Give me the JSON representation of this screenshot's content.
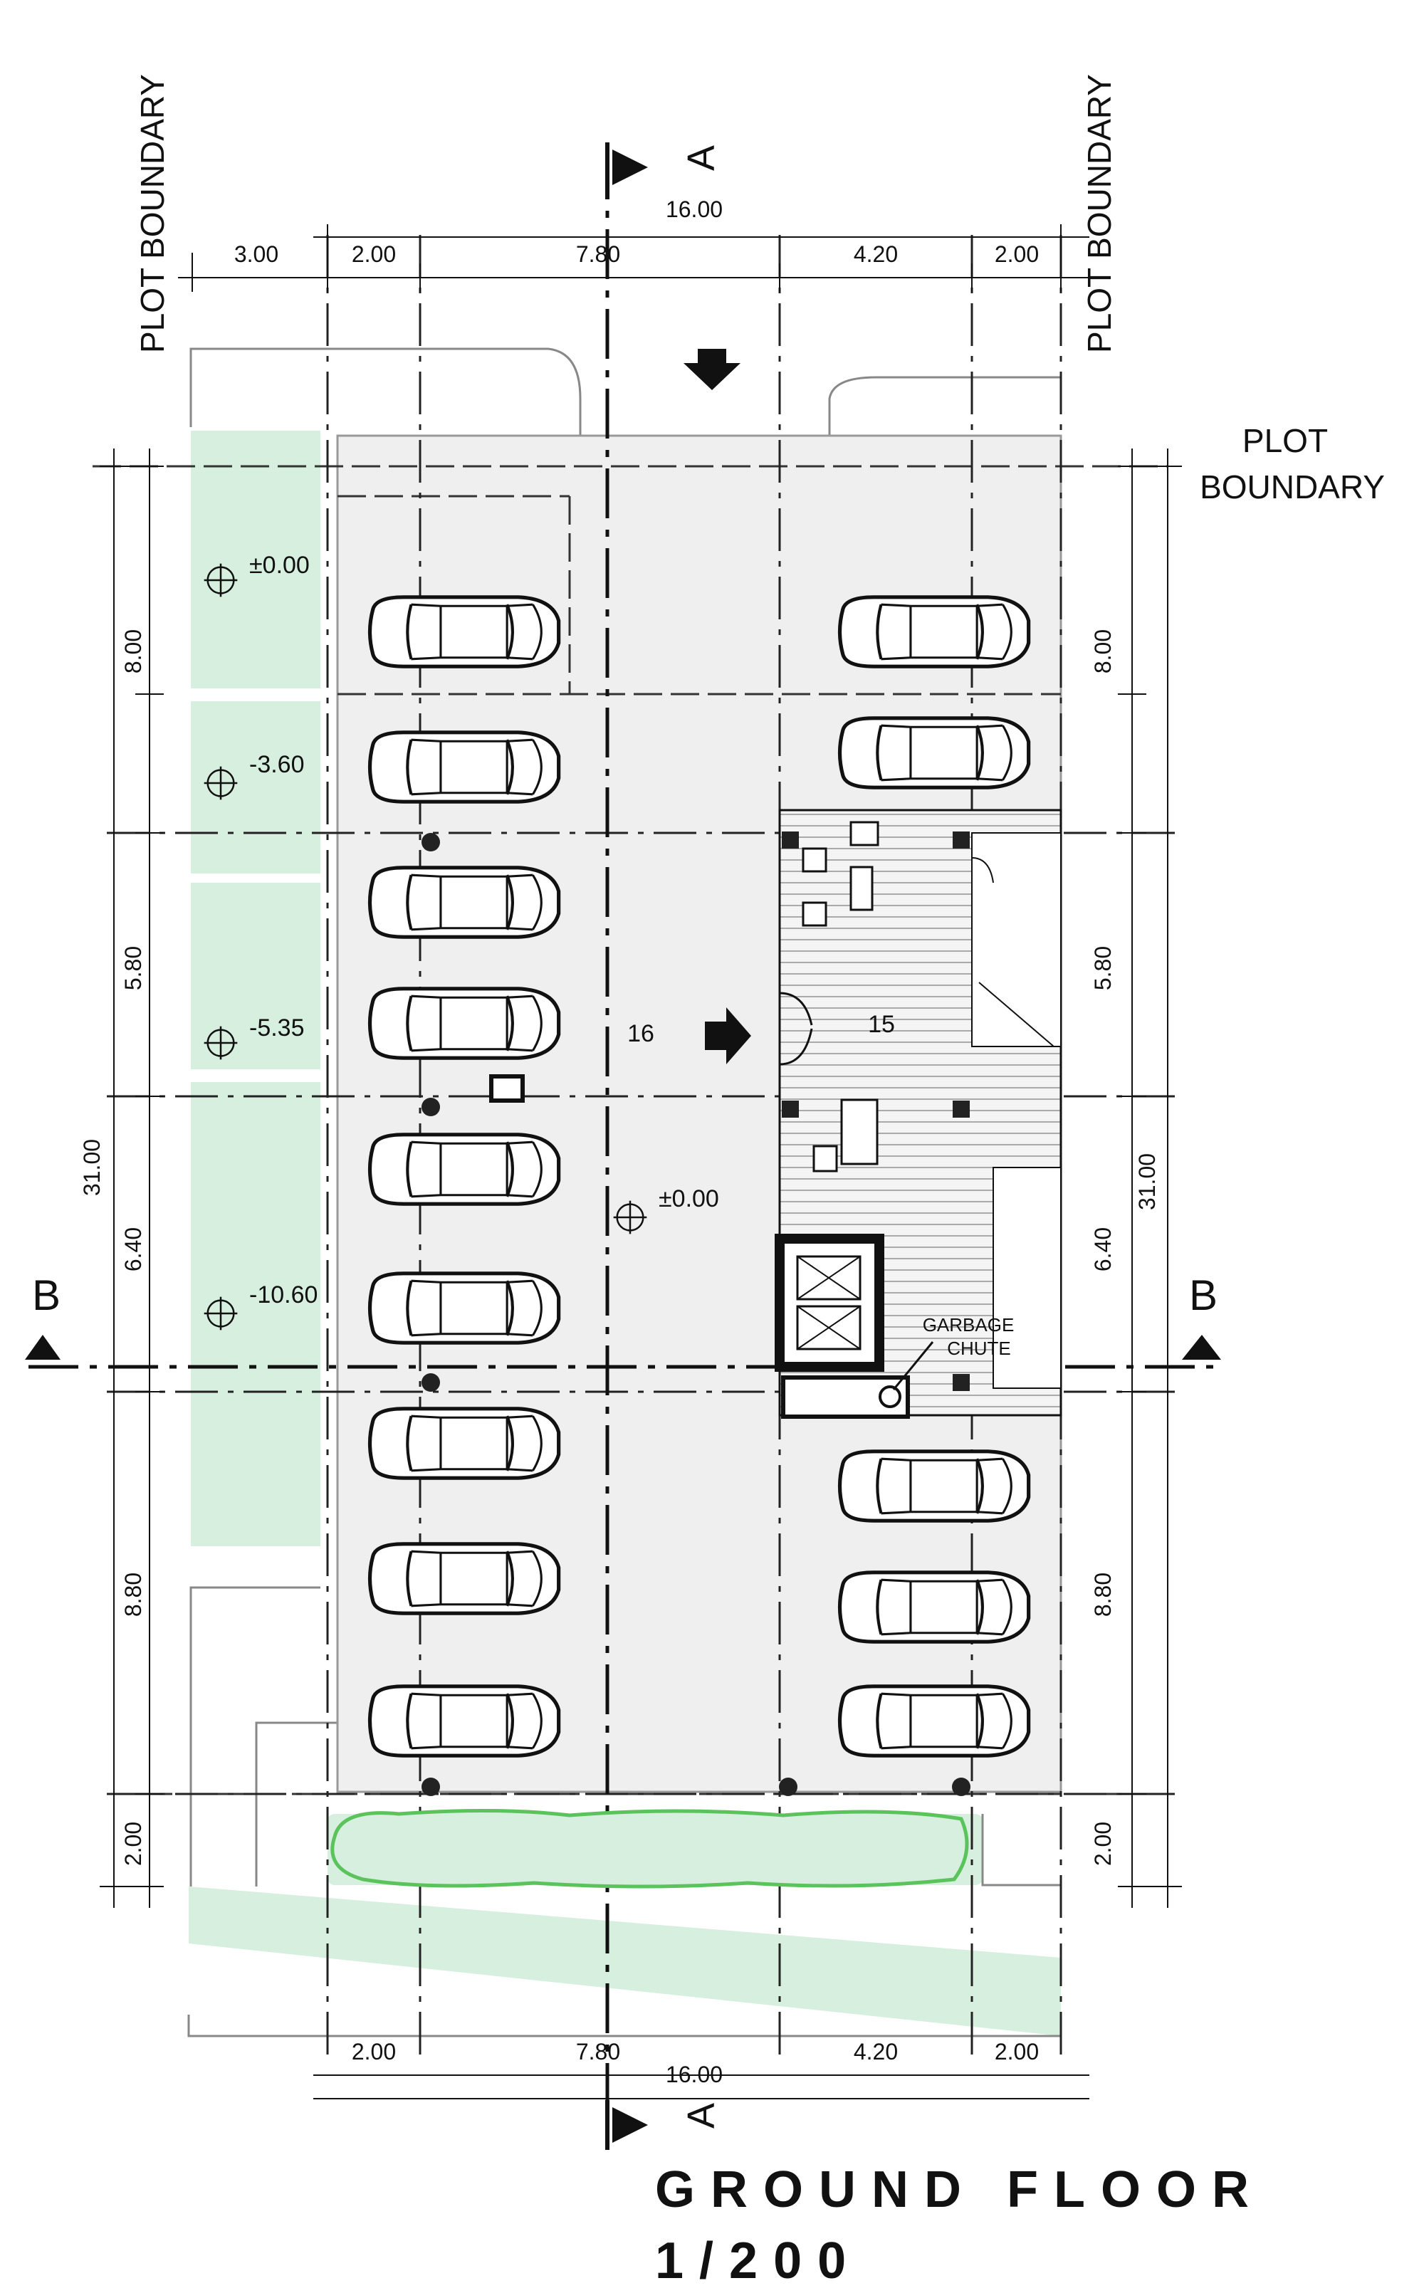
{
  "plot_boundary_label": "PLOT BOUNDARY",
  "plot_boundary_right": [
    "PLOT",
    "BOUNDARY"
  ],
  "section_a": "A",
  "section_b": "B",
  "dims_top": {
    "total": "16.00",
    "d1": "3.00",
    "d2": "2.00",
    "d3": "7.80",
    "d4": "4.20",
    "d5": "2.00"
  },
  "dims_bottom": {
    "d1": "2.00",
    "d2": "7.80",
    "d3": "4.20",
    "d4": "2.00",
    "total": "16.00"
  },
  "dims_left": {
    "d1": "8.00",
    "d2": "5.80",
    "d3": "6.40",
    "d4": "8.80",
    "d5": "2.00",
    "total": "31.00"
  },
  "dims_right": {
    "d1": "8.00",
    "d2": "5.80",
    "d3": "6.40",
    "d4": "8.80",
    "d5": "2.00",
    "total": "31.00"
  },
  "levels": {
    "l1": "±0.00",
    "l2": "-3.60",
    "l3": "-5.35",
    "l4": "-10.60",
    "l5": "±0.00"
  },
  "rooms": {
    "parking": "16",
    "lobby": "15"
  },
  "garbage": [
    "GARBAGE",
    "CHUTE"
  ],
  "title": "GROUND FLOOR",
  "scale": "1/200",
  "colors": {
    "green": "#d6efdf",
    "slab": "#efefef",
    "ink": "#111111"
  }
}
